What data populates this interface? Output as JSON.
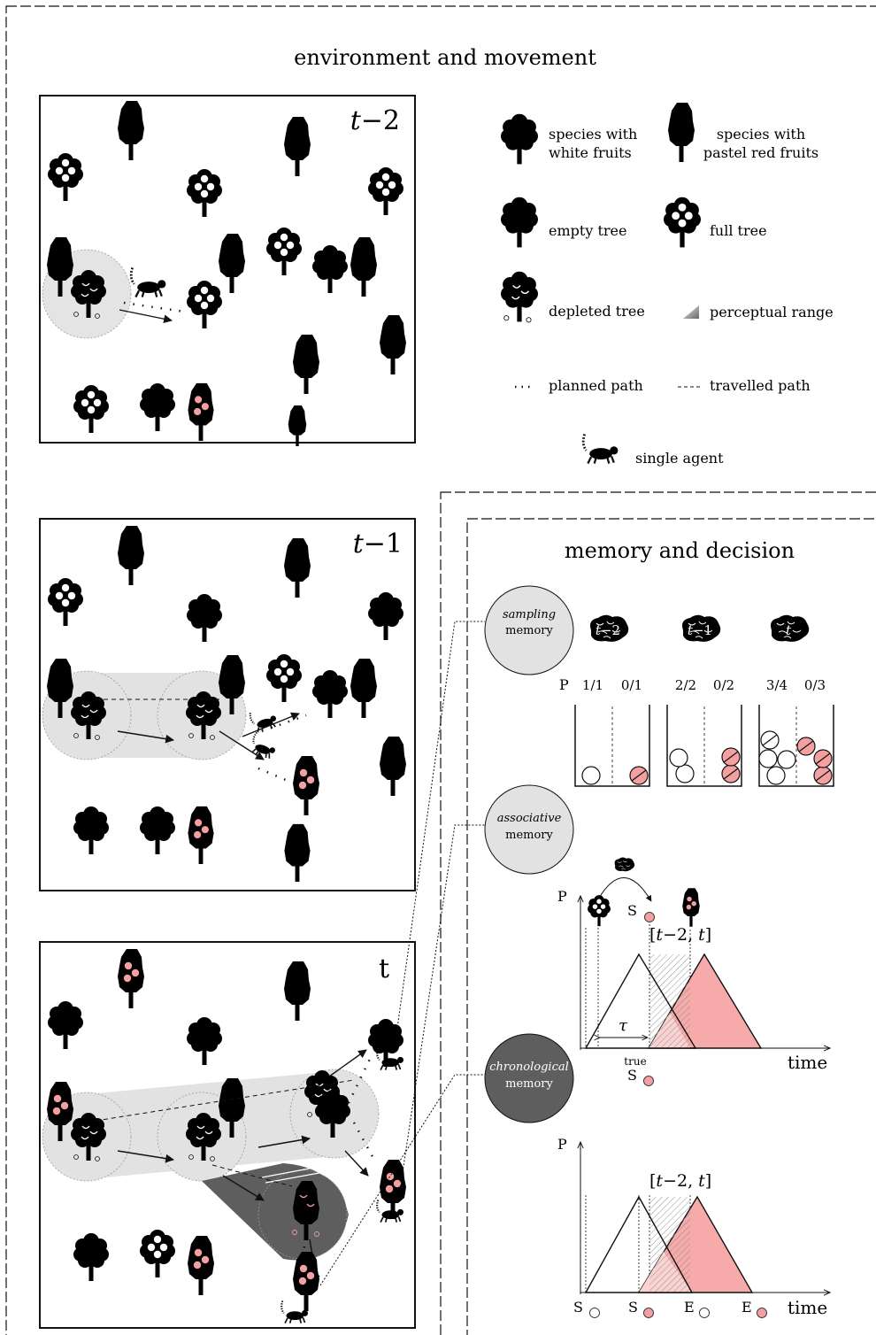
{
  "section_titles": {
    "environment": "environment and movement",
    "memory": "memory and decision"
  },
  "panels": {
    "t2": {
      "label_italic": "t",
      "label_rest": "−2"
    },
    "t1": {
      "label_italic": "t",
      "label_rest": "−1"
    },
    "t0": {
      "label": "t"
    }
  },
  "legend": {
    "white_species": [
      "species with",
      "white fruits"
    ],
    "red_species": [
      "species with",
      "pastel red fruits"
    ],
    "empty_tree": "empty tree",
    "full_tree": "full tree",
    "depleted_tree": "depleted tree",
    "perceptual_range": "perceptual range",
    "planned_path": "planned path",
    "travelled_path": "travelled path",
    "single_agent": "single agent"
  },
  "memory_types": {
    "sampling": {
      "word": "sampling",
      "rest": "memory"
    },
    "associative": {
      "word": "associative",
      "rest": "memory"
    },
    "chronological": {
      "word": "chronological",
      "rest": "memory"
    }
  },
  "sampling": {
    "brain_labels": [
      {
        "italic": "t",
        "rest": "−2"
      },
      {
        "italic": "t",
        "rest": "−1"
      },
      {
        "italic": "t",
        "rest": ""
      }
    ],
    "p_label": "P",
    "counts": [
      [
        "1/1",
        "0/1"
      ],
      [
        "2/2",
        "0/2"
      ],
      [
        "3/4",
        "0/3"
      ]
    ]
  },
  "associative_plot": {
    "y_label": "P",
    "x_label": "time",
    "s_label": "S",
    "true_label": "true",
    "tau": "τ",
    "window": {
      "open": "[",
      "italic1": "t",
      "mid": "−2, ",
      "italic2": "t",
      "close": "]"
    }
  },
  "chronological_plot": {
    "y_label": "P",
    "x_label": "time",
    "window": {
      "open": "[",
      "italic1": "t",
      "mid": "−2, ",
      "italic2": "t",
      "close": "]"
    },
    "x_ticks": [
      "S",
      "S",
      "E",
      "E"
    ]
  },
  "colors": {
    "pastel_red": "#f4a0a0",
    "red_fill": "#f7aaaa",
    "light_gray": "#e6e6e6",
    "dark_gray": "#5e5e5e",
    "black": "#111111"
  }
}
